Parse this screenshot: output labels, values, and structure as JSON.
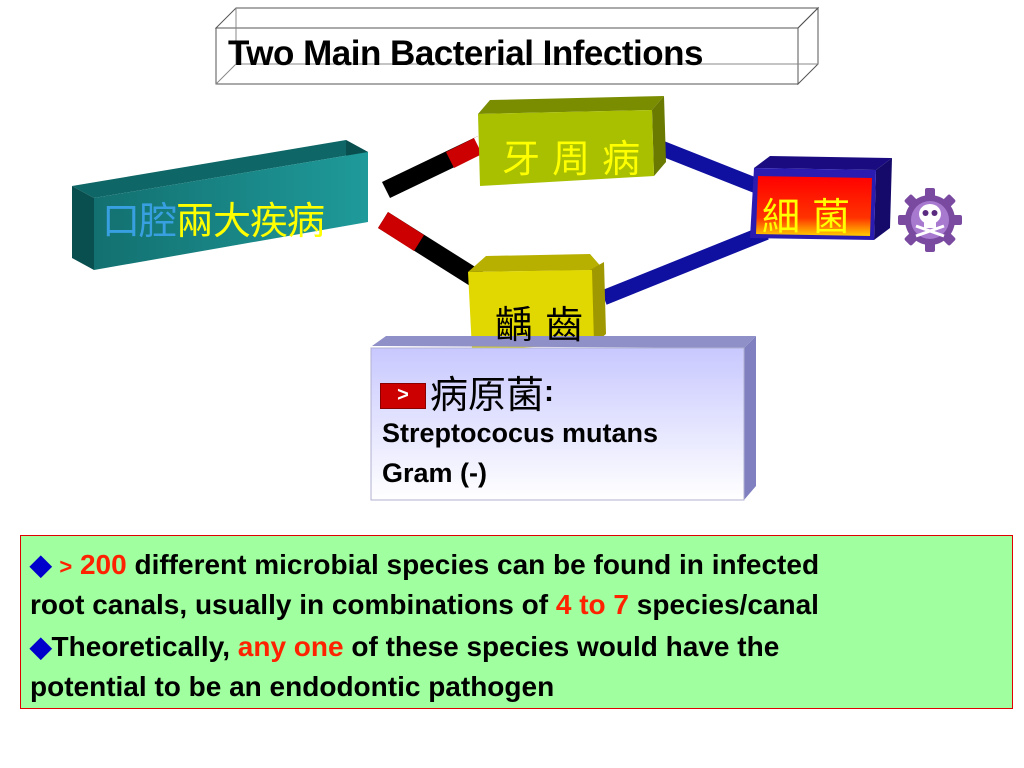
{
  "title": "Two Main Bacterial Infections",
  "main_label": {
    "part1": "口腔",
    "part2": "兩大疾病"
  },
  "periodontal_label": "牙 周 病",
  "bacteria_label": "細 菌",
  "caries_label": "齲 齒",
  "skull_icon": "skull-gear-icon",
  "pathogen": {
    "arrow_glyph": ">",
    "heading": "病原菌",
    "colon": ":",
    "species": "Streptococus mutans",
    "gram": "Gram (-)"
  },
  "info": {
    "bullet": "◆",
    "gt": ">",
    "count": "200",
    "line1_rest": " different microbial species can be found in infected",
    "line2_start": "root canals, usually in combinations of ",
    "line2_red": "4 to 7",
    "line2_end": " species/canal",
    "line3_start": "Theoretically, ",
    "line3_red": "any one",
    "line3_end": " of these species would have the",
    "line4": "potential to be an endodontic pathogen"
  },
  "colors": {
    "teal_box": "#1a8a8a",
    "olive_box": "#a8c000",
    "navy_box": "#2a1cb0",
    "red_face": "#ff0000",
    "yellow_box": "#e0d800",
    "lavender_box": "#d8d8ff",
    "green_panel": "#a0ff9e",
    "red_text": "#ff2200",
    "yellow_text": "#ffff00"
  }
}
